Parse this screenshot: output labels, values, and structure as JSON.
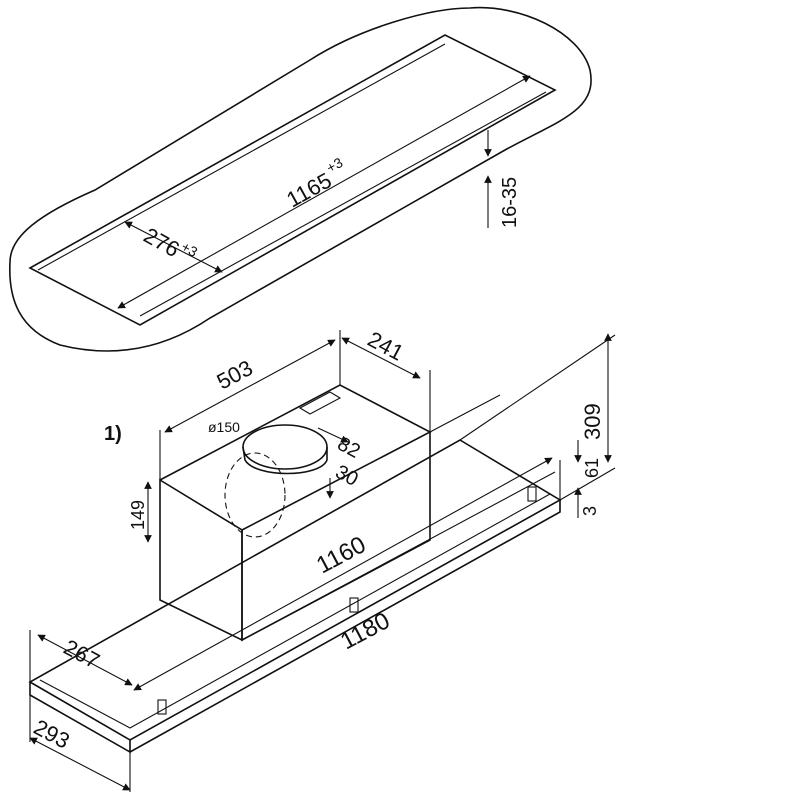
{
  "cutout": {
    "length": "1165",
    "length_tol": "+3",
    "width": "276",
    "width_tol": "+3",
    "thickness": "16-35"
  },
  "hood": {
    "top_depth": "503",
    "top_width": "241",
    "duct_diameter": "ø150",
    "duct_offset": "82",
    "duct_height": "30",
    "body_height": "149",
    "body_length": "1160",
    "total_height": "309",
    "frame_height": "61",
    "frame_gap": "3",
    "inner_depth": "267",
    "total_length": "1180",
    "total_depth": "293",
    "note": "1)"
  },
  "colors": {
    "line": "#111111",
    "background": "#ffffff"
  }
}
